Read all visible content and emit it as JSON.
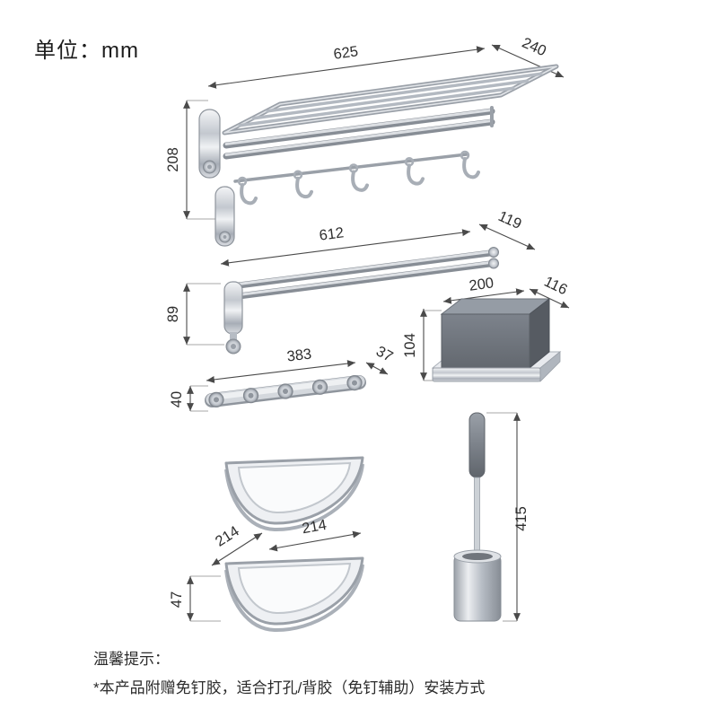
{
  "meta": {
    "unit_label": "单位：mm"
  },
  "colors": {
    "background": "#ffffff",
    "text": "#2e2e2e",
    "dim_line": "#4a4a4a",
    "chrome_light": "#eceef1",
    "chrome_dark": "#9aa0a8",
    "box_gray": "#6e737b"
  },
  "products": {
    "towel_rack": {
      "label": "folding towel rack with hooks",
      "dims": {
        "width": "625",
        "depth": "240",
        "height": "208"
      }
    },
    "towel_bar": {
      "label": "double towel bar",
      "dims": {
        "width": "612",
        "depth": "119",
        "height": "89"
      }
    },
    "soap_box": {
      "label": "soap box holder",
      "dims": {
        "width": "200",
        "depth": "116",
        "height": "104"
      }
    },
    "hook_row": {
      "label": "row of 5 robe hooks",
      "dims": {
        "width": "383",
        "depth": "37",
        "height": "40"
      }
    },
    "corner_shelf": {
      "label": "corner basket shelves",
      "dims": {
        "side_left": "214",
        "side_front": "214",
        "height": "47"
      }
    },
    "toilet_brush": {
      "label": "toilet brush with holder",
      "dims": {
        "height": "415"
      }
    }
  },
  "footer": {
    "tips_title": "温馨提示：",
    "tips_body": "*本产品附赠免钉胶，适合打孔/背胶（免钉辅助）安装方式"
  }
}
